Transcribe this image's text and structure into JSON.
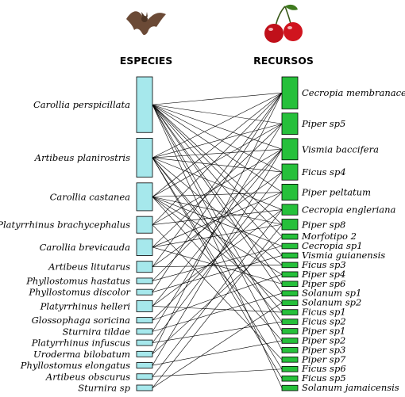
{
  "headers": {
    "species": "ESPECIES",
    "resources": "RECURSOS"
  },
  "icons": {
    "species": "bat-icon",
    "resources": "cherry-icon"
  },
  "colors": {
    "species_box": "#a6e8ec",
    "resource_box": "#26c03b",
    "links": "#000000"
  },
  "species": [
    {
      "name": "Carollia perspicillata",
      "weight": 10
    },
    {
      "name": "Artibeus planirostris",
      "weight": 7
    },
    {
      "name": "Carollia castanea",
      "weight": 5
    },
    {
      "name": "Platyrrhinus brachycephalus",
      "weight": 3
    },
    {
      "name": "Carollia brevicauda",
      "weight": 3
    },
    {
      "name": "Artibeus litutarus",
      "weight": 2
    },
    {
      "name": "Phyllostomus hastatus",
      "weight": 1
    },
    {
      "name": "Phyllostomus discolor",
      "weight": 1
    },
    {
      "name": "Platyrrhinus helleri",
      "weight": 2
    },
    {
      "name": "Glossophaga soricina",
      "weight": 1
    },
    {
      "name": "Sturnira tildae",
      "weight": 1
    },
    {
      "name": "Platyrrhinus infuscus",
      "weight": 1
    },
    {
      "name": "Uroderma bilobatum",
      "weight": 1
    },
    {
      "name": "Phyllostomus elongatus",
      "weight": 1
    },
    {
      "name": "Artibeus obscurus",
      "weight": 1
    },
    {
      "name": "Sturnira sp",
      "weight": 1
    }
  ],
  "resources": [
    {
      "name": "Cecropia membranacea",
      "weight": 6
    },
    {
      "name": "Piper sp5",
      "weight": 4
    },
    {
      "name": "Vismia baccifera",
      "weight": 4
    },
    {
      "name": "Ficus sp4",
      "weight": 3
    },
    {
      "name": "Piper peltatum",
      "weight": 3
    },
    {
      "name": "Cecropia engleriana",
      "weight": 2
    },
    {
      "name": "Piper sp8",
      "weight": 2
    },
    {
      "name": "Morfotipo 2",
      "weight": 1
    },
    {
      "name": "Cecropia sp1",
      "weight": 1
    },
    {
      "name": "Vismia guianensis",
      "weight": 1
    },
    {
      "name": "Ficus sp3",
      "weight": 1
    },
    {
      "name": "Piper sp4",
      "weight": 1
    },
    {
      "name": "Piper sp6",
      "weight": 1
    },
    {
      "name": "Solanum sp1",
      "weight": 1
    },
    {
      "name": "Solanum sp2",
      "weight": 1
    },
    {
      "name": "Ficus sp1",
      "weight": 1
    },
    {
      "name": "Ficus sp2",
      "weight": 1
    },
    {
      "name": "Piper sp1",
      "weight": 1
    },
    {
      "name": "Piper sp2",
      "weight": 1
    },
    {
      "name": "Piper sp3",
      "weight": 1
    },
    {
      "name": "Piper sp7",
      "weight": 1
    },
    {
      "name": "Ficus sp6",
      "weight": 1
    },
    {
      "name": "Ficus sp5",
      "weight": 1
    },
    {
      "name": "Solanum jamaicensis",
      "weight": 1
    }
  ],
  "links": [
    [
      0,
      0
    ],
    [
      0,
      1
    ],
    [
      0,
      2
    ],
    [
      0,
      3
    ],
    [
      0,
      4
    ],
    [
      0,
      6
    ],
    [
      0,
      7
    ],
    [
      0,
      9
    ],
    [
      0,
      12
    ],
    [
      0,
      13
    ],
    [
      0,
      17
    ],
    [
      0,
      19
    ],
    [
      0,
      23
    ],
    [
      1,
      0
    ],
    [
      1,
      1
    ],
    [
      1,
      2
    ],
    [
      1,
      3
    ],
    [
      1,
      5
    ],
    [
      1,
      10
    ],
    [
      1,
      15
    ],
    [
      1,
      16
    ],
    [
      1,
      21
    ],
    [
      1,
      22
    ],
    [
      2,
      0
    ],
    [
      2,
      1
    ],
    [
      2,
      4
    ],
    [
      2,
      6
    ],
    [
      2,
      8
    ],
    [
      2,
      11
    ],
    [
      2,
      14
    ],
    [
      2,
      18
    ],
    [
      3,
      0
    ],
    [
      3,
      2
    ],
    [
      3,
      5
    ],
    [
      3,
      20
    ],
    [
      4,
      1
    ],
    [
      4,
      4
    ],
    [
      4,
      6
    ],
    [
      4,
      12
    ],
    [
      5,
      0
    ],
    [
      5,
      3
    ],
    [
      5,
      10
    ],
    [
      6,
      2
    ],
    [
      6,
      8
    ],
    [
      7,
      0
    ],
    [
      7,
      9
    ],
    [
      8,
      2
    ],
    [
      8,
      5
    ],
    [
      8,
      15
    ],
    [
      9,
      4
    ],
    [
      9,
      11
    ],
    [
      10,
      1
    ],
    [
      10,
      13
    ],
    [
      11,
      3
    ],
    [
      11,
      16
    ],
    [
      12,
      0
    ],
    [
      12,
      7
    ],
    [
      13,
      2
    ],
    [
      13,
      18
    ],
    [
      14,
      5
    ],
    [
      14,
      21
    ],
    [
      15,
      6
    ],
    [
      15,
      14
    ]
  ]
}
